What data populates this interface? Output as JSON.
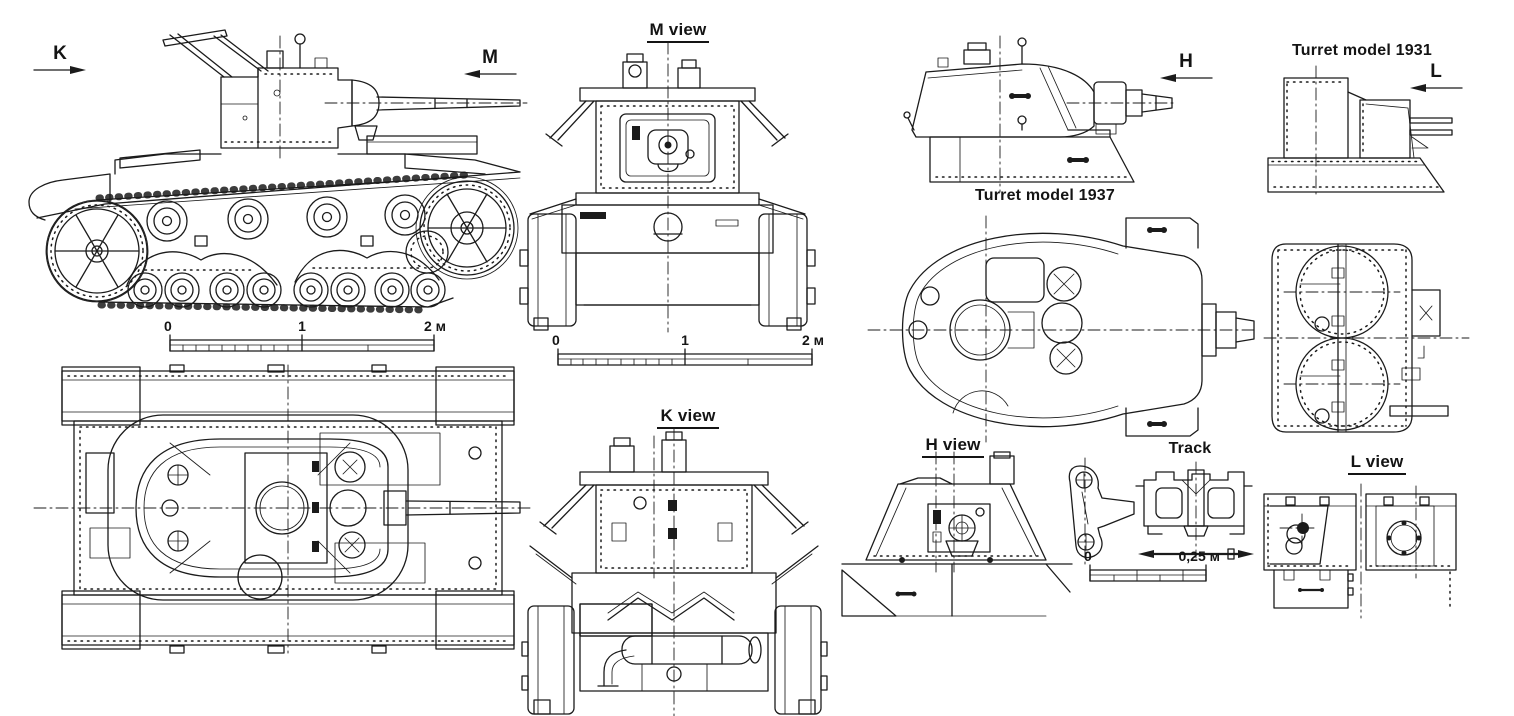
{
  "colors": {
    "ink": "#1b1b1b",
    "paper": "#ffffff"
  },
  "direction_markers": {
    "k": "K",
    "m": "M",
    "h": "H",
    "l": "L"
  },
  "view_labels": {
    "front": "M view",
    "rear": "K view",
    "turret_front": "H view",
    "turret_1931_front": "L view"
  },
  "captions": {
    "turret_1937": "Turret model 1937",
    "turret_1931": "Turret model 1931",
    "track": "Track"
  },
  "scale_bars": {
    "hull_side": {
      "start": "0",
      "mid": "1",
      "end": "2 м"
    },
    "hull_front": {
      "start": "0",
      "mid": "1",
      "end": "2 м"
    },
    "track": {
      "start": "0",
      "end": "0,25 м"
    }
  }
}
